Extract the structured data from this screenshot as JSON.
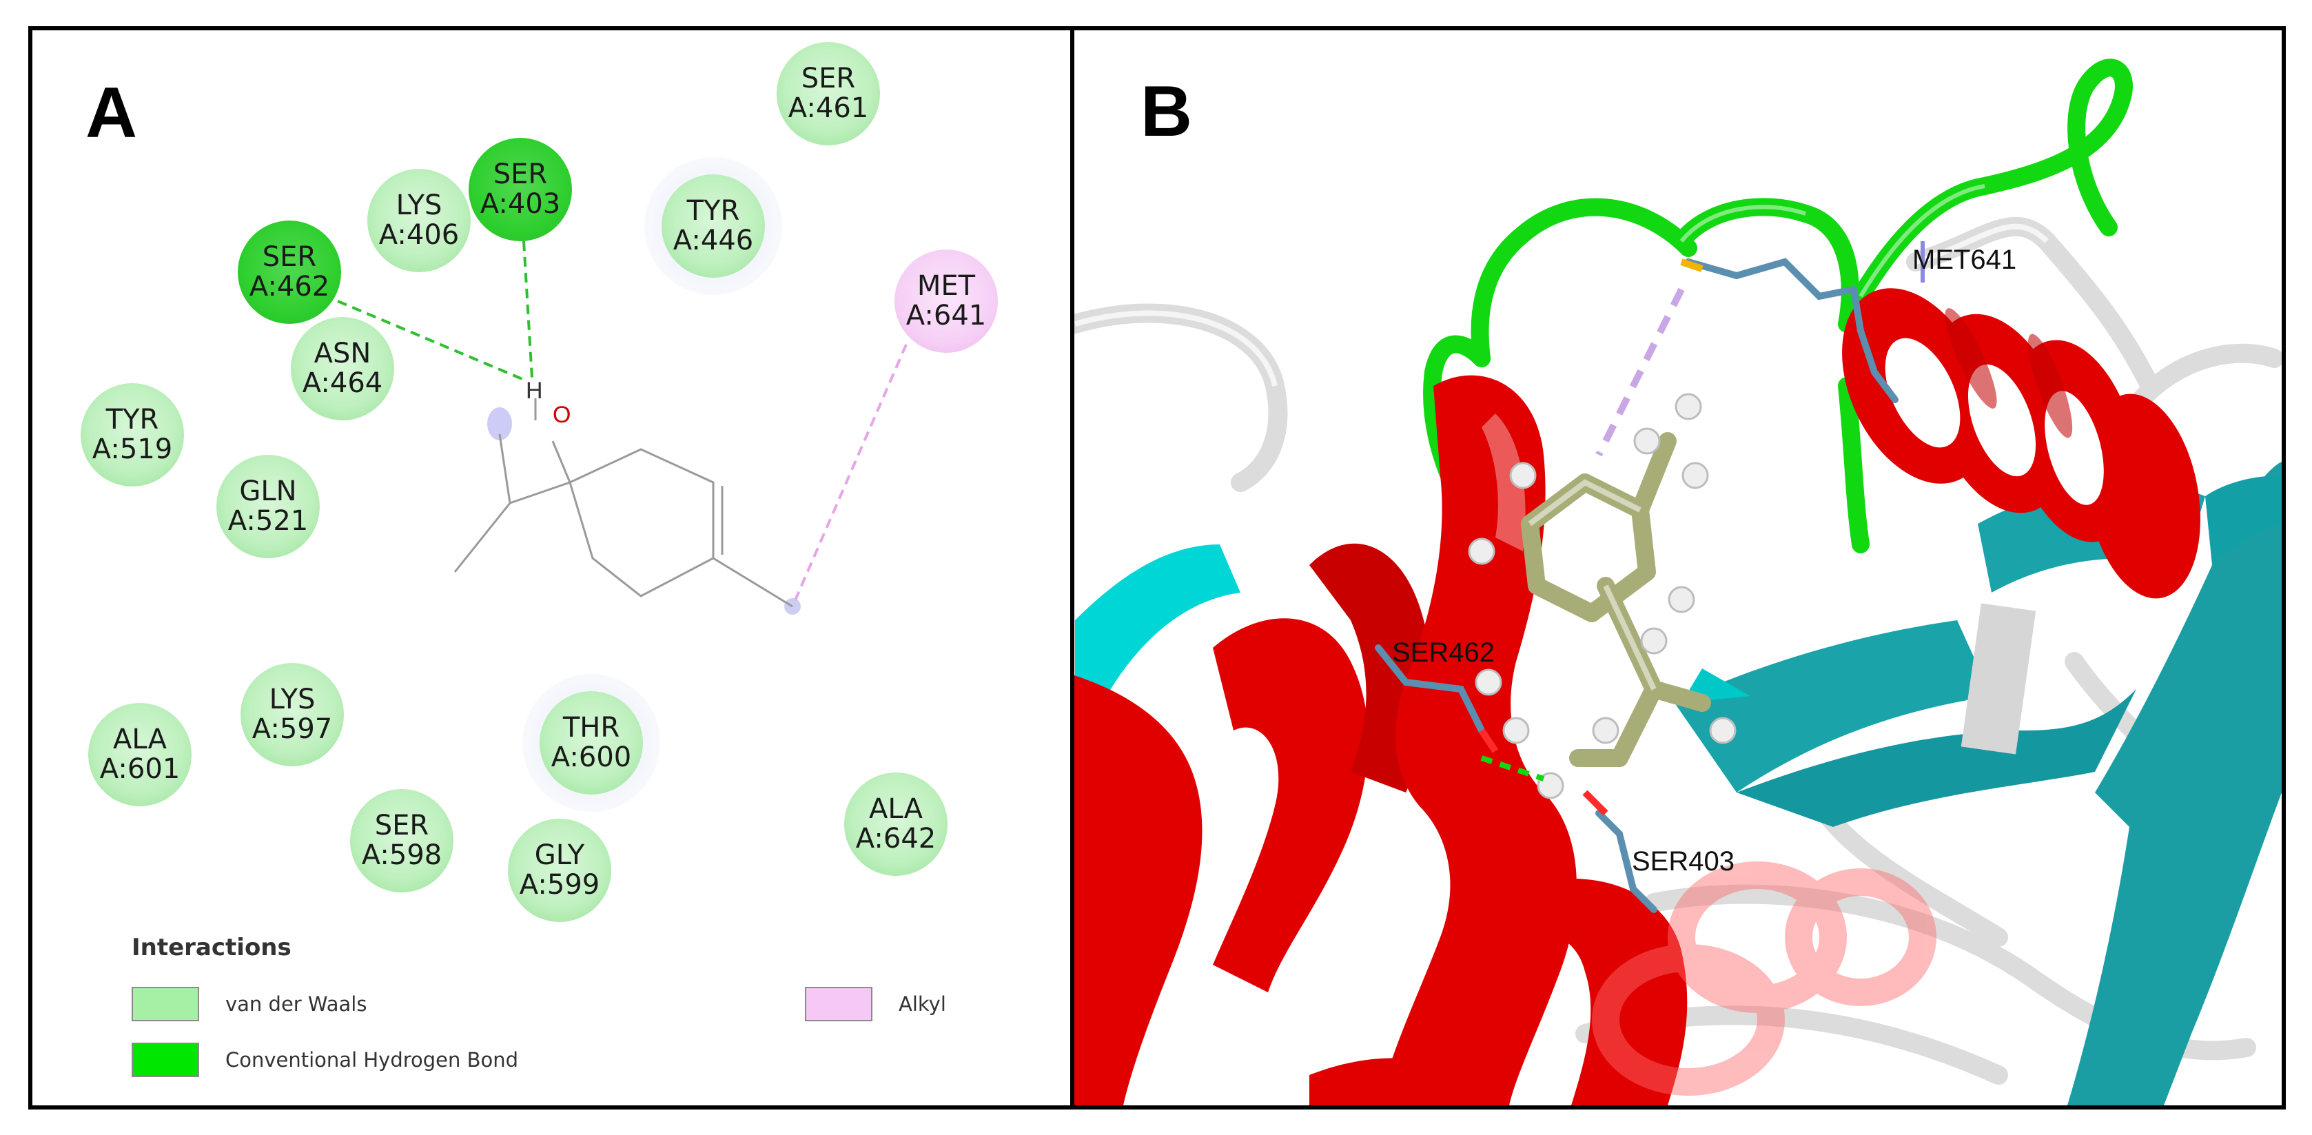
{
  "panel_a": {
    "letter": "A",
    "residues": [
      {
        "name": "SER",
        "id": "A:461",
        "type": "vdw"
      },
      {
        "name": "SER",
        "id": "A:403",
        "type": "hbond"
      },
      {
        "name": "LYS",
        "id": "A:406",
        "type": "vdw"
      },
      {
        "name": "TYR",
        "id": "A:446",
        "type": "vdw"
      },
      {
        "name": "SER",
        "id": "A:462",
        "type": "hbond"
      },
      {
        "name": "MET",
        "id": "A:641",
        "type": "alkyl"
      },
      {
        "name": "ASN",
        "id": "A:464",
        "type": "vdw"
      },
      {
        "name": "TYR",
        "id": "A:519",
        "type": "vdw"
      },
      {
        "name": "GLN",
        "id": "A:521",
        "type": "vdw"
      },
      {
        "name": "LYS",
        "id": "A:597",
        "type": "vdw"
      },
      {
        "name": "ALA",
        "id": "A:601",
        "type": "vdw"
      },
      {
        "name": "THR",
        "id": "A:600",
        "type": "vdw"
      },
      {
        "name": "SER",
        "id": "A:598",
        "type": "vdw"
      },
      {
        "name": "GLY",
        "id": "A:599",
        "type": "vdw"
      },
      {
        "name": "ALA",
        "id": "A:642",
        "type": "vdw"
      }
    ],
    "atoms": {
      "hydrogen": "H",
      "oxygen": "O"
    },
    "legend": {
      "title": "Interactions",
      "items": [
        {
          "label": "van der Waals",
          "color": "#a6f0a6"
        },
        {
          "label": "Conventional Hydrogen Bond",
          "color": "#00e600"
        },
        {
          "label": "Alkyl",
          "color": "#f6c8f6"
        }
      ]
    },
    "colors": {
      "hbond_line": "#2fbf2f",
      "alkyl_line": "#e6a6e6",
      "ligand": "#9a9a9a",
      "oxygen": "#cc0000"
    }
  },
  "panel_b": {
    "letter": "B",
    "labels": {
      "met": "MET641",
      "ser462": "SER462",
      "ser403": "SER403"
    },
    "colors": {
      "helix": "#e00000",
      "sheet": "#1aa3a8",
      "sheet_light": "#00e0e0",
      "loop": "#12d812",
      "coil": "#d9d9d9",
      "ligand": "#a8ad78"
    }
  }
}
